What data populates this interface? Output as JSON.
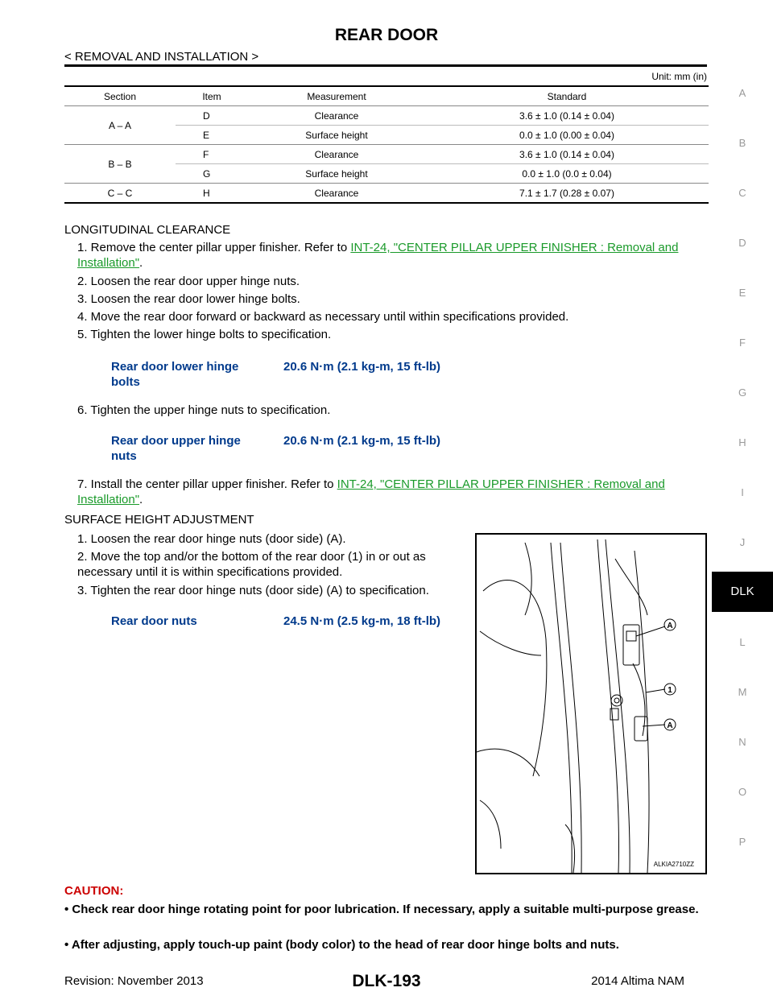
{
  "header": {
    "title": "REAR DOOR",
    "breadcrumb": "< REMOVAL AND INSTALLATION >",
    "unit": "Unit: mm (in)"
  },
  "spec_table": {
    "columns": [
      "Section",
      "Item",
      "Measurement",
      "Standard"
    ],
    "rows": [
      {
        "section": "A – A",
        "item": "D",
        "measurement": "Clearance",
        "standard": "3.6 ± 1.0 (0.14 ± 0.04)"
      },
      {
        "section": "",
        "item": "E",
        "measurement": "Surface height",
        "standard": "0.0 ± 1.0 (0.00 ± 0.04)"
      },
      {
        "section": "B – B",
        "item": "F",
        "measurement": "Clearance",
        "standard": "3.6 ± 1.0 (0.14 ± 0.04)"
      },
      {
        "section": "",
        "item": "G",
        "measurement": "Surface height",
        "standard": "0.0 ± 1.0 (0.0 ± 0.04)"
      },
      {
        "section": "C – C",
        "item": "H",
        "measurement": "Clearance",
        "standard": "7.1 ± 1.7 (0.28 ± 0.07)"
      }
    ]
  },
  "longitudinal": {
    "heading": "LONGITUDINAL CLEARANCE",
    "step1_prefix": "1. Remove the center pillar upper finisher. Refer to ",
    "step1_link": "INT-24, \"CENTER PILLAR UPPER FINISHER : Removal and Installation\"",
    "step2": "2. Loosen the rear door upper hinge nuts.",
    "step3": "3. Loosen the rear door lower hinge bolts.",
    "step4": "4. Move the rear door forward or backward as necessary until within specifications provided.",
    "step5": "5. Tighten the lower hinge bolts to specification.",
    "torque1_label": "Rear door lower hinge bolts",
    "torque1_value": "20.6 N·m (2.1 kg-m, 15 ft-lb)",
    "step6": "6. Tighten the upper hinge nuts to specification.",
    "torque2_label": "Rear door upper hinge nuts",
    "torque2_value": "20.6 N·m (2.1 kg-m, 15 ft-lb)",
    "step7_prefix": "7. Install the center pillar upper finisher. Refer to ",
    "step7_link": "INT-24, \"CENTER PILLAR UPPER FINISHER : Removal and Installation\""
  },
  "surface": {
    "heading": "SURFACE HEIGHT ADJUSTMENT",
    "step1": "1. Loosen the rear door hinge nuts (door side) (A).",
    "step2": "2. Move the top and/or the bottom of the rear door (1) in or out as necessary until it is within specifications provided.",
    "step3": "3. Tighten the rear door hinge nuts (door side) (A) to specification.",
    "torque_label": "Rear door nuts",
    "torque_value": "24.5 N·m (2.5 kg-m, 18 ft-lb)"
  },
  "figure": {
    "callout_a": "A",
    "callout_1": "1",
    "callout_a2": "A",
    "id": "ALKIA2710ZZ"
  },
  "caution": {
    "heading": "CAUTION:",
    "item1": "• Check rear door hinge rotating point for poor lubrication. If necessary, apply a suitable multi-purpose grease.",
    "item2": "• After adjusting, apply touch-up paint (body color) to the head of rear door hinge bolts and nuts."
  },
  "side_tabs": [
    "A",
    "B",
    "C",
    "D",
    "E",
    "F",
    "G",
    "H",
    "I",
    "J",
    "L",
    "M",
    "N",
    "O",
    "P"
  ],
  "active_tab": "DLK",
  "footer": {
    "revision": "Revision: November 2013",
    "page": "DLK-193",
    "model": "2014 Altima NAM"
  }
}
